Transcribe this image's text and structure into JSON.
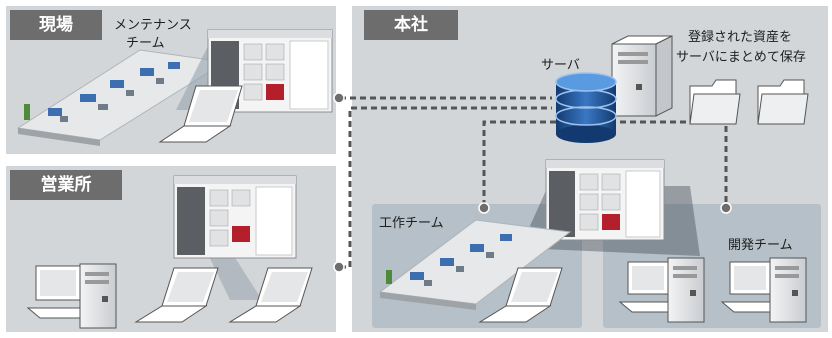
{
  "sections": {
    "site": {
      "title": "現場",
      "maintenance_label_1": "メンテナンス",
      "maintenance_label_2": "チーム"
    },
    "sales_office": {
      "title": "営業所"
    },
    "head_office": {
      "title": "本社",
      "server_label": "サーバ",
      "storage_note_1": "登録された資産を",
      "storage_note_2": "サーバにまとめて保存",
      "engineering_team": "工作チーム",
      "development_team": "開発チーム"
    }
  },
  "colors": {
    "panel": "#d3d6d8",
    "tag": "#6d6d6d",
    "team_area": "#b5c0c8",
    "connector": "#555555",
    "database_blue": "#1f4e8c"
  },
  "icons": [
    "factory-3d-model",
    "screen-viewer",
    "laptop-icon",
    "desktop-pc-icon",
    "database-icon",
    "server-tower-icon",
    "folder-icon"
  ]
}
